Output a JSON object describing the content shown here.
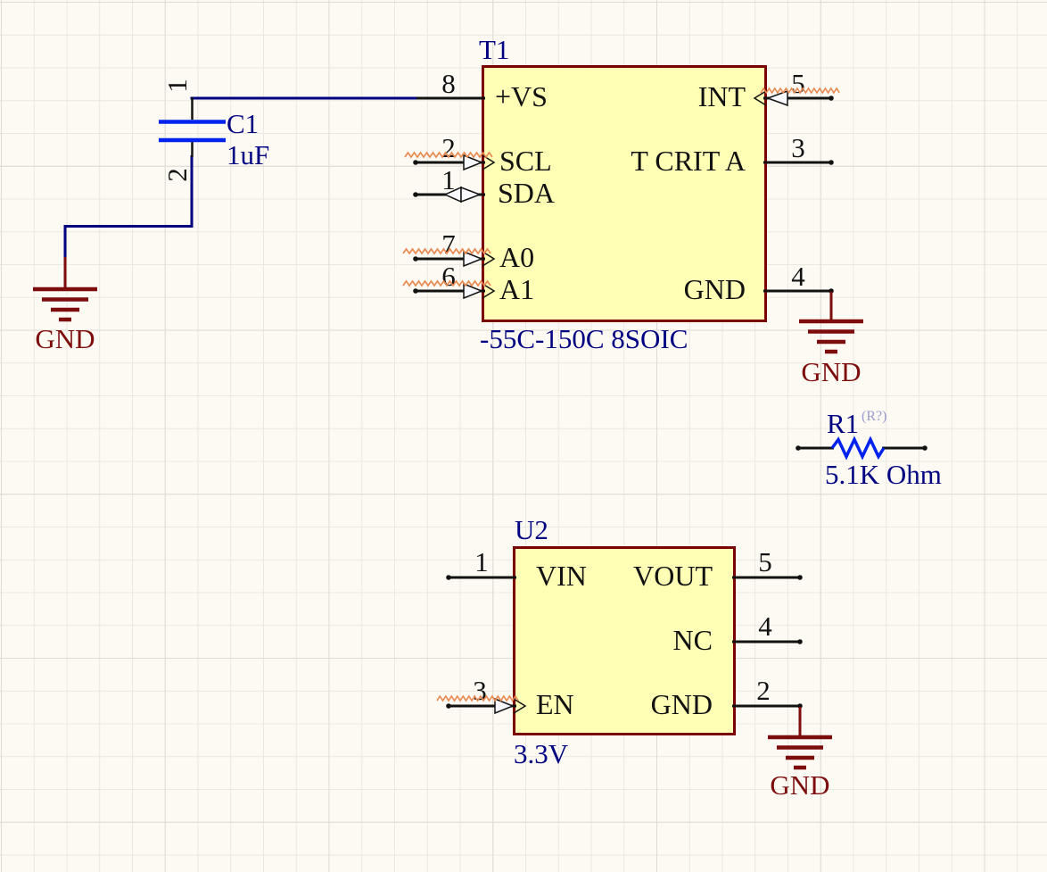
{
  "t1": {
    "designator": "T1",
    "comment": "-55C-150C 8SOIC",
    "pins": {
      "vs": {
        "num": "8",
        "name": "+VS"
      },
      "scl": {
        "num": "2",
        "name": "SCL"
      },
      "sda": {
        "num": "1",
        "name": "SDA"
      },
      "a0": {
        "num": "7",
        "name": "A0"
      },
      "a1": {
        "num": "6",
        "name": "A1"
      },
      "int": {
        "num": "5",
        "name": "INT"
      },
      "tcrit": {
        "num": "3",
        "name": "T CRIT A"
      },
      "gnd": {
        "num": "4",
        "name": "GND"
      }
    }
  },
  "u2": {
    "designator": "U2",
    "comment": "3.3V",
    "pins": {
      "vin": {
        "num": "1",
        "name": "VIN"
      },
      "en": {
        "num": "3",
        "name": "EN"
      },
      "vout": {
        "num": "5",
        "name": "VOUT"
      },
      "nc": {
        "num": "4",
        "name": "NC"
      },
      "gnd": {
        "num": "2",
        "name": "GND"
      }
    }
  },
  "c1": {
    "designator": "C1",
    "value": "1uF",
    "pin1": "1",
    "pin2": "2"
  },
  "r1": {
    "designator": "R1",
    "annotation": "(R?)",
    "value": "5.1K Ohm"
  },
  "gnd": {
    "label": "GND"
  },
  "colors": {
    "canvas_bg": "#FCFAF2",
    "grid_minor": "#EAE8E0",
    "grid_major": "#DDDBD3",
    "component_fill": "#FFFFB5",
    "component_border": "#7B0101",
    "pin_black": "#121212",
    "wire_navy": "#000080",
    "device_blue": "#0022EE",
    "text_navy": "#000082",
    "ground_red": "#7D0D0D",
    "error_squiggle": "#E98A52",
    "annotation_lilac": "#9B9BCE"
  }
}
